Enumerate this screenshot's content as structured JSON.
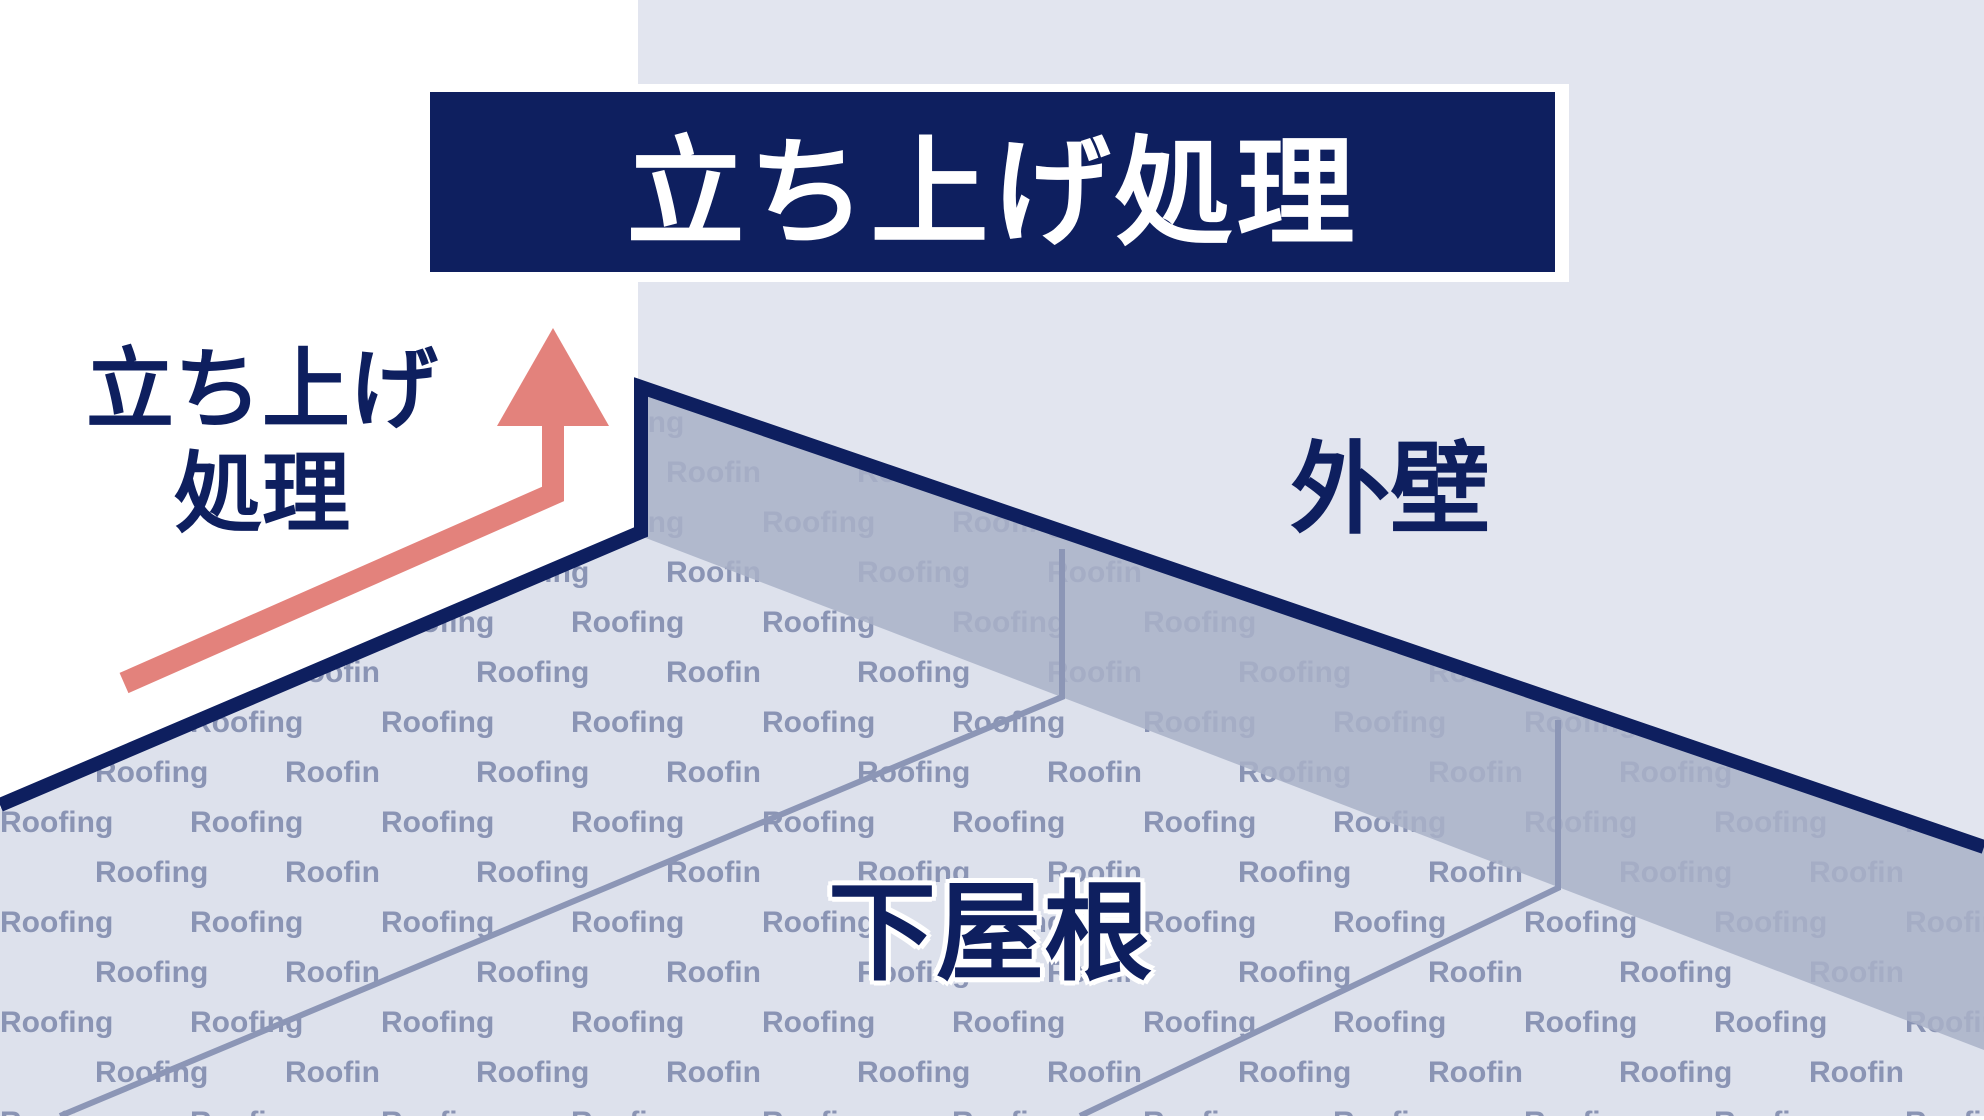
{
  "title": "立ち上げ処理",
  "labels": {
    "upturn_line1": "立ち上げ",
    "upturn_line2": "処理",
    "exterior_wall": "外壁",
    "lower_roof": "下屋根"
  },
  "pattern_text": "Roofing",
  "colors": {
    "navy": "#0e1f5f",
    "wall": "#e2e5ef",
    "roof": "#dde1ec",
    "roofing_band": "#a9b1c8",
    "pattern_text": "#8a94b4",
    "arrow": "#e3827c",
    "white": "#ffffff"
  }
}
